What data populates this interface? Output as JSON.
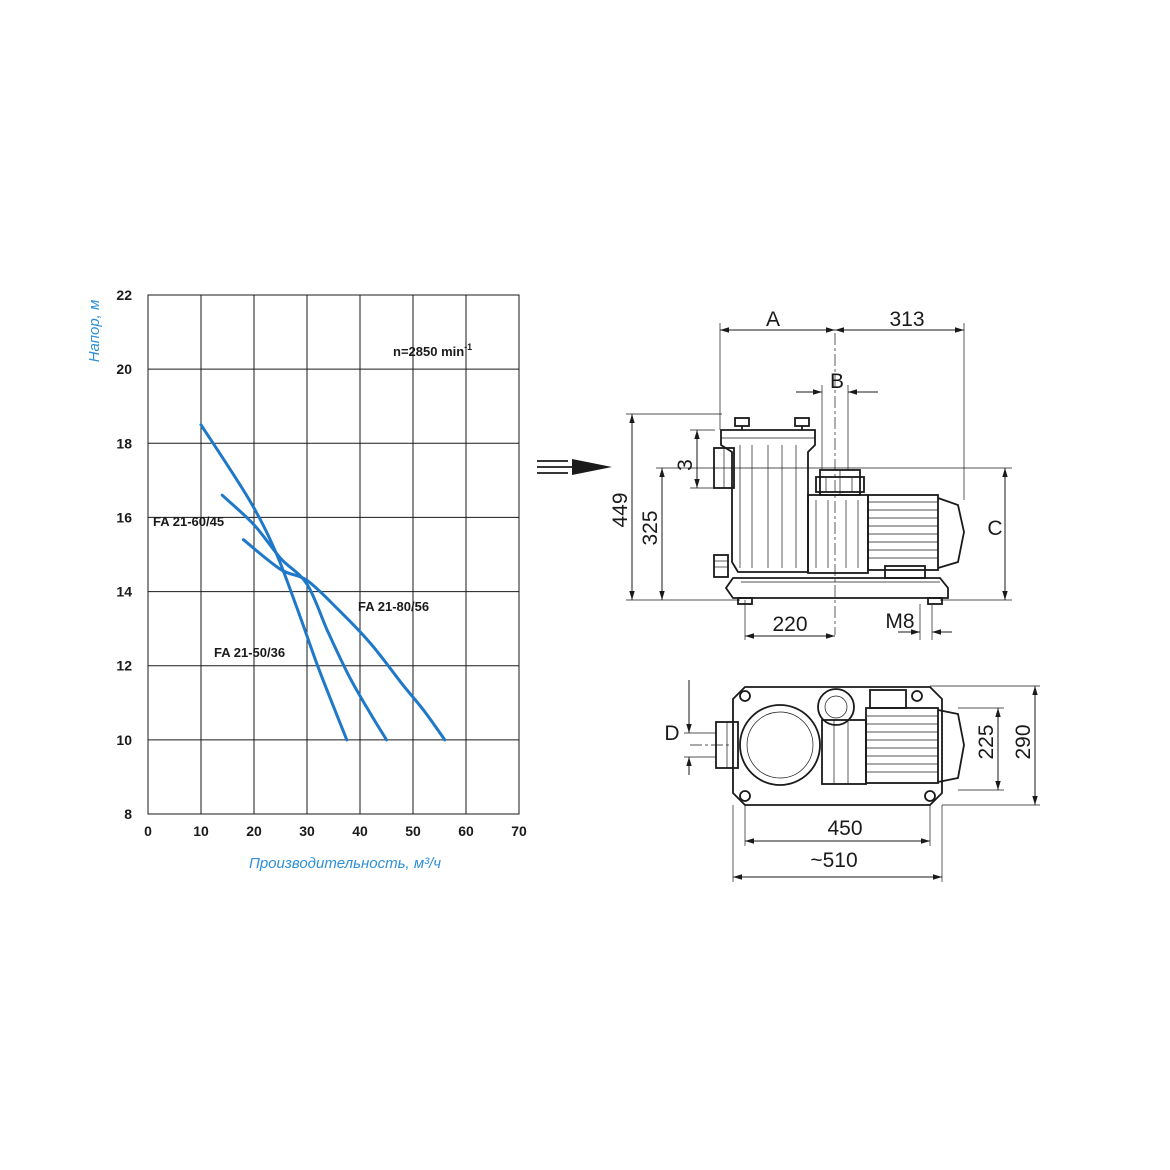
{
  "chart_data": {
    "type": "line",
    "x_axis": {
      "label": "Производительность, м³/ч",
      "ticks": [
        "0",
        "10",
        "20",
        "30",
        "40",
        "50",
        "60",
        "70"
      ],
      "range": [
        0,
        70
      ]
    },
    "y_axis": {
      "label": "Напор, м",
      "ticks": [
        "8",
        "10",
        "12",
        "14",
        "16",
        "18",
        "20",
        "22"
      ],
      "range": [
        8,
        22
      ]
    },
    "annotation": {
      "base": "n=2850 min",
      "sup": "-1"
    },
    "series": [
      {
        "name": "FA 21-50/36",
        "points": [
          [
            10,
            18.5
          ],
          [
            19,
            16.5
          ],
          [
            24,
            15.1
          ],
          [
            28,
            13.6
          ],
          [
            32,
            12.0
          ],
          [
            35,
            10.9
          ],
          [
            37.5,
            10
          ]
        ]
      },
      {
        "name": "FA 21-60/45",
        "points": [
          [
            14,
            16.6
          ],
          [
            20,
            15.8
          ],
          [
            25,
            14.9
          ],
          [
            30,
            14.2
          ],
          [
            34,
            12.9
          ],
          [
            38,
            11.7
          ],
          [
            42,
            10.7
          ],
          [
            45,
            10
          ]
        ]
      },
      {
        "name": "FA 21-80/56",
        "points": [
          [
            18,
            15.4
          ],
          [
            25,
            14.6
          ],
          [
            30,
            14.3
          ],
          [
            36,
            13.5
          ],
          [
            42,
            12.6
          ],
          [
            48,
            11.5
          ],
          [
            52,
            10.8
          ],
          [
            56,
            10
          ]
        ]
      }
    ],
    "grid": true
  },
  "drawing": {
    "flow_arrow_icon": "flow-direction-arrow-icon",
    "side_view": {
      "labels": {
        "A": "A",
        "w313": "313",
        "B": "B",
        "d3": "3",
        "h449": "449",
        "h325": "325",
        "C": "C",
        "w220": "220",
        "M8": "M8"
      }
    },
    "top_view": {
      "labels": {
        "D": "D",
        "h225": "225",
        "h290": "290",
        "w450": "450",
        "w510": "~510"
      }
    }
  }
}
